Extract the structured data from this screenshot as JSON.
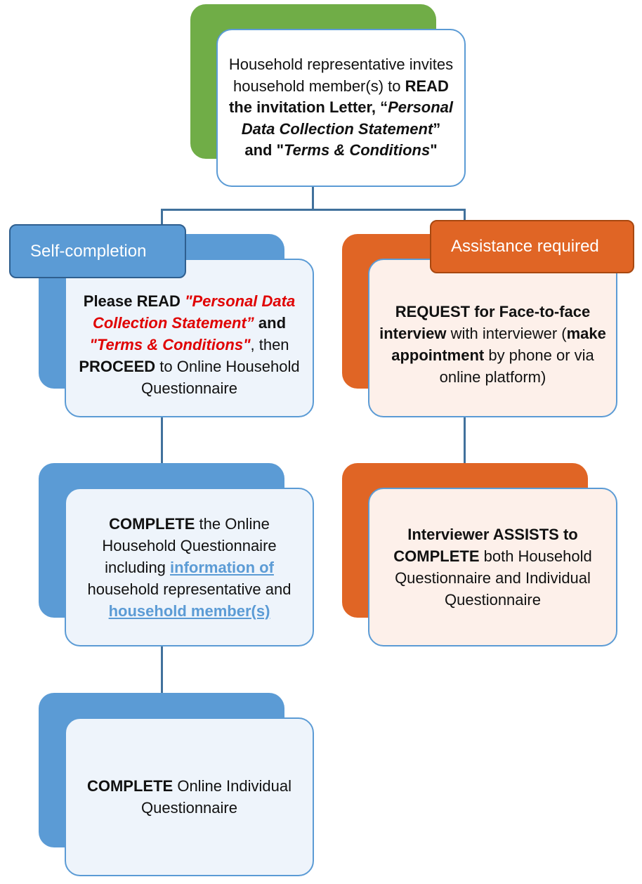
{
  "top": {
    "l1": "Household representative invites household member(s) to ",
    "b1": "READ the invitation Letter, “",
    "bi1": "Personal Data Collection Statement",
    "b2": "” and \"",
    "bi2": "Terms & Conditions",
    "b3": "\""
  },
  "self": {
    "header": "Self-completion",
    "step1": {
      "a": "Please READ ",
      "r1": "\"Personal Data Collection Statement”",
      "b": " and ",
      "r2": "\"Terms & Conditions\"",
      "c": ", then ",
      "d": "PROCEED",
      "e": " to Online Household Questionnaire"
    },
    "step2": {
      "a": "COMPLETE",
      "b": " the Online Household Questionnaire including ",
      "l1": "information of",
      "c": " household representative and ",
      "l2": "household member(s)"
    },
    "step3": {
      "a": "COMPLETE",
      "b": " Online Individual Questionnaire"
    }
  },
  "assist": {
    "header": "Assistance required",
    "step1": {
      "a": "REQUEST for Face-to-face interview",
      "b": " with interviewer (",
      "c": "make appointment",
      "d": " by phone or via online platform)"
    },
    "step2": {
      "a": "Interviewer ASSISTS to COMPLETE",
      "b": " both Household Questionnaire and Individual Questionnaire"
    }
  },
  "colors": {
    "green": "#70ad47",
    "blue": "#5b9bd5",
    "orange": "#e06525",
    "red": "#e00000"
  }
}
